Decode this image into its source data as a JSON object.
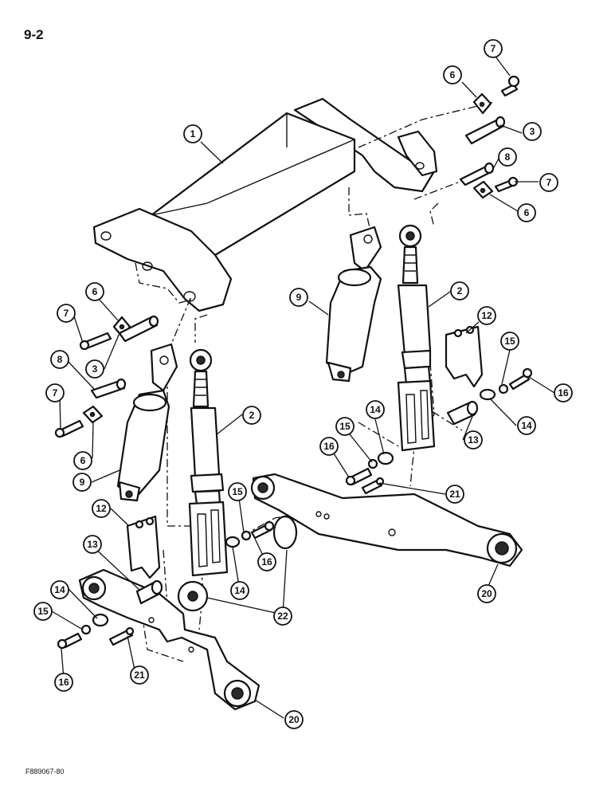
{
  "page_number": "9-2",
  "figure_code": "F889067-80",
  "callouts": {
    "c1": "1",
    "c2a": "2",
    "c2b": "2",
    "c3a": "3",
    "c3b": "3",
    "c6a": "6",
    "c6b": "6",
    "c6c": "6",
    "c6d": "6",
    "c7a": "7",
    "c7b": "7",
    "c7c": "7",
    "c7d": "7",
    "c8a": "8",
    "c8b": "8",
    "c9a": "9",
    "c9b": "9",
    "c12a": "12",
    "c12b": "12",
    "c13a": "13",
    "c13b": "13",
    "c14a": "14",
    "c14b": "14",
    "c14c": "14",
    "c14d": "14",
    "c15a": "15",
    "c15b": "15",
    "c15c": "15",
    "c15d": "15",
    "c16a": "16",
    "c16b": "16",
    "c16c": "16",
    "c16d": "16",
    "c20a": "20",
    "c20b": "20",
    "c21a": "21",
    "c21b": "21",
    "c22": "22"
  }
}
